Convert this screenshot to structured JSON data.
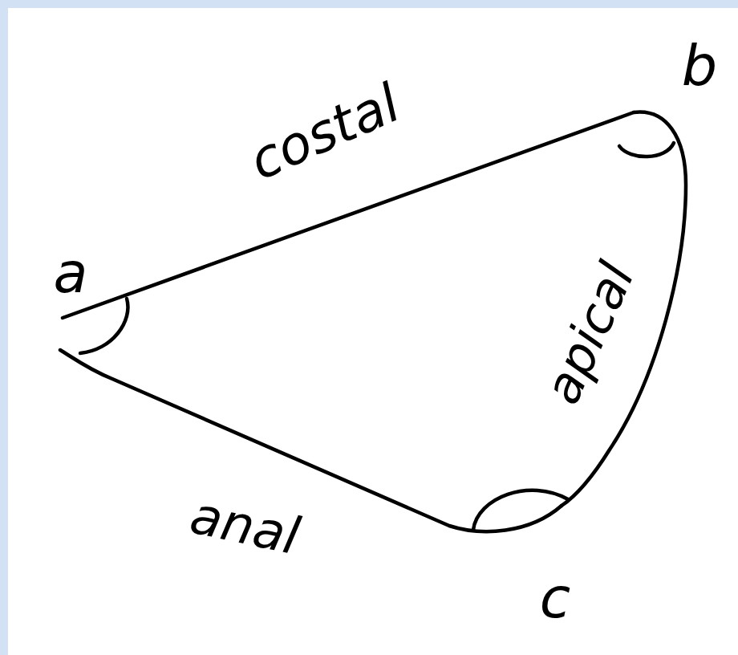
{
  "diagram": {
    "labels": [
      "costal",
      "a",
      "b",
      "apical",
      "anal",
      "c"
    ]
  }
}
